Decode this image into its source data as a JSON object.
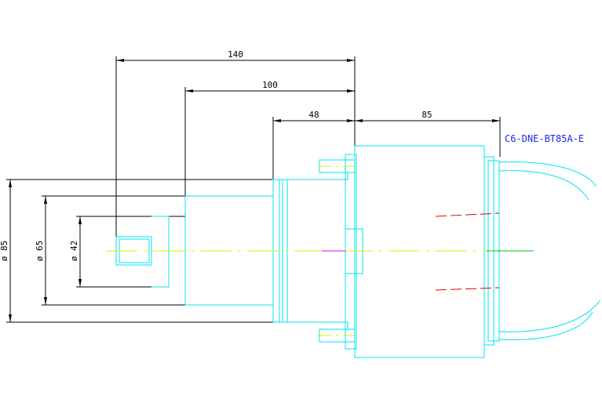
{
  "drawing": {
    "label": "C6-DNE-BT85A-E",
    "colors": {
      "background": "#ffffff",
      "outline": "#00e5f0",
      "dimension": "#000000",
      "centerline": "#e8e800",
      "hidden": "#e00000",
      "label": "#1a2adf",
      "magenta": "#e000e0",
      "green": "#00c000"
    },
    "dimensions": {
      "length_140": "140",
      "length_100": "100",
      "length_48": "48",
      "length_85": "85",
      "dia_85": "ø 85",
      "dia_65": "ø 65",
      "dia_42": "ø 42"
    }
  }
}
